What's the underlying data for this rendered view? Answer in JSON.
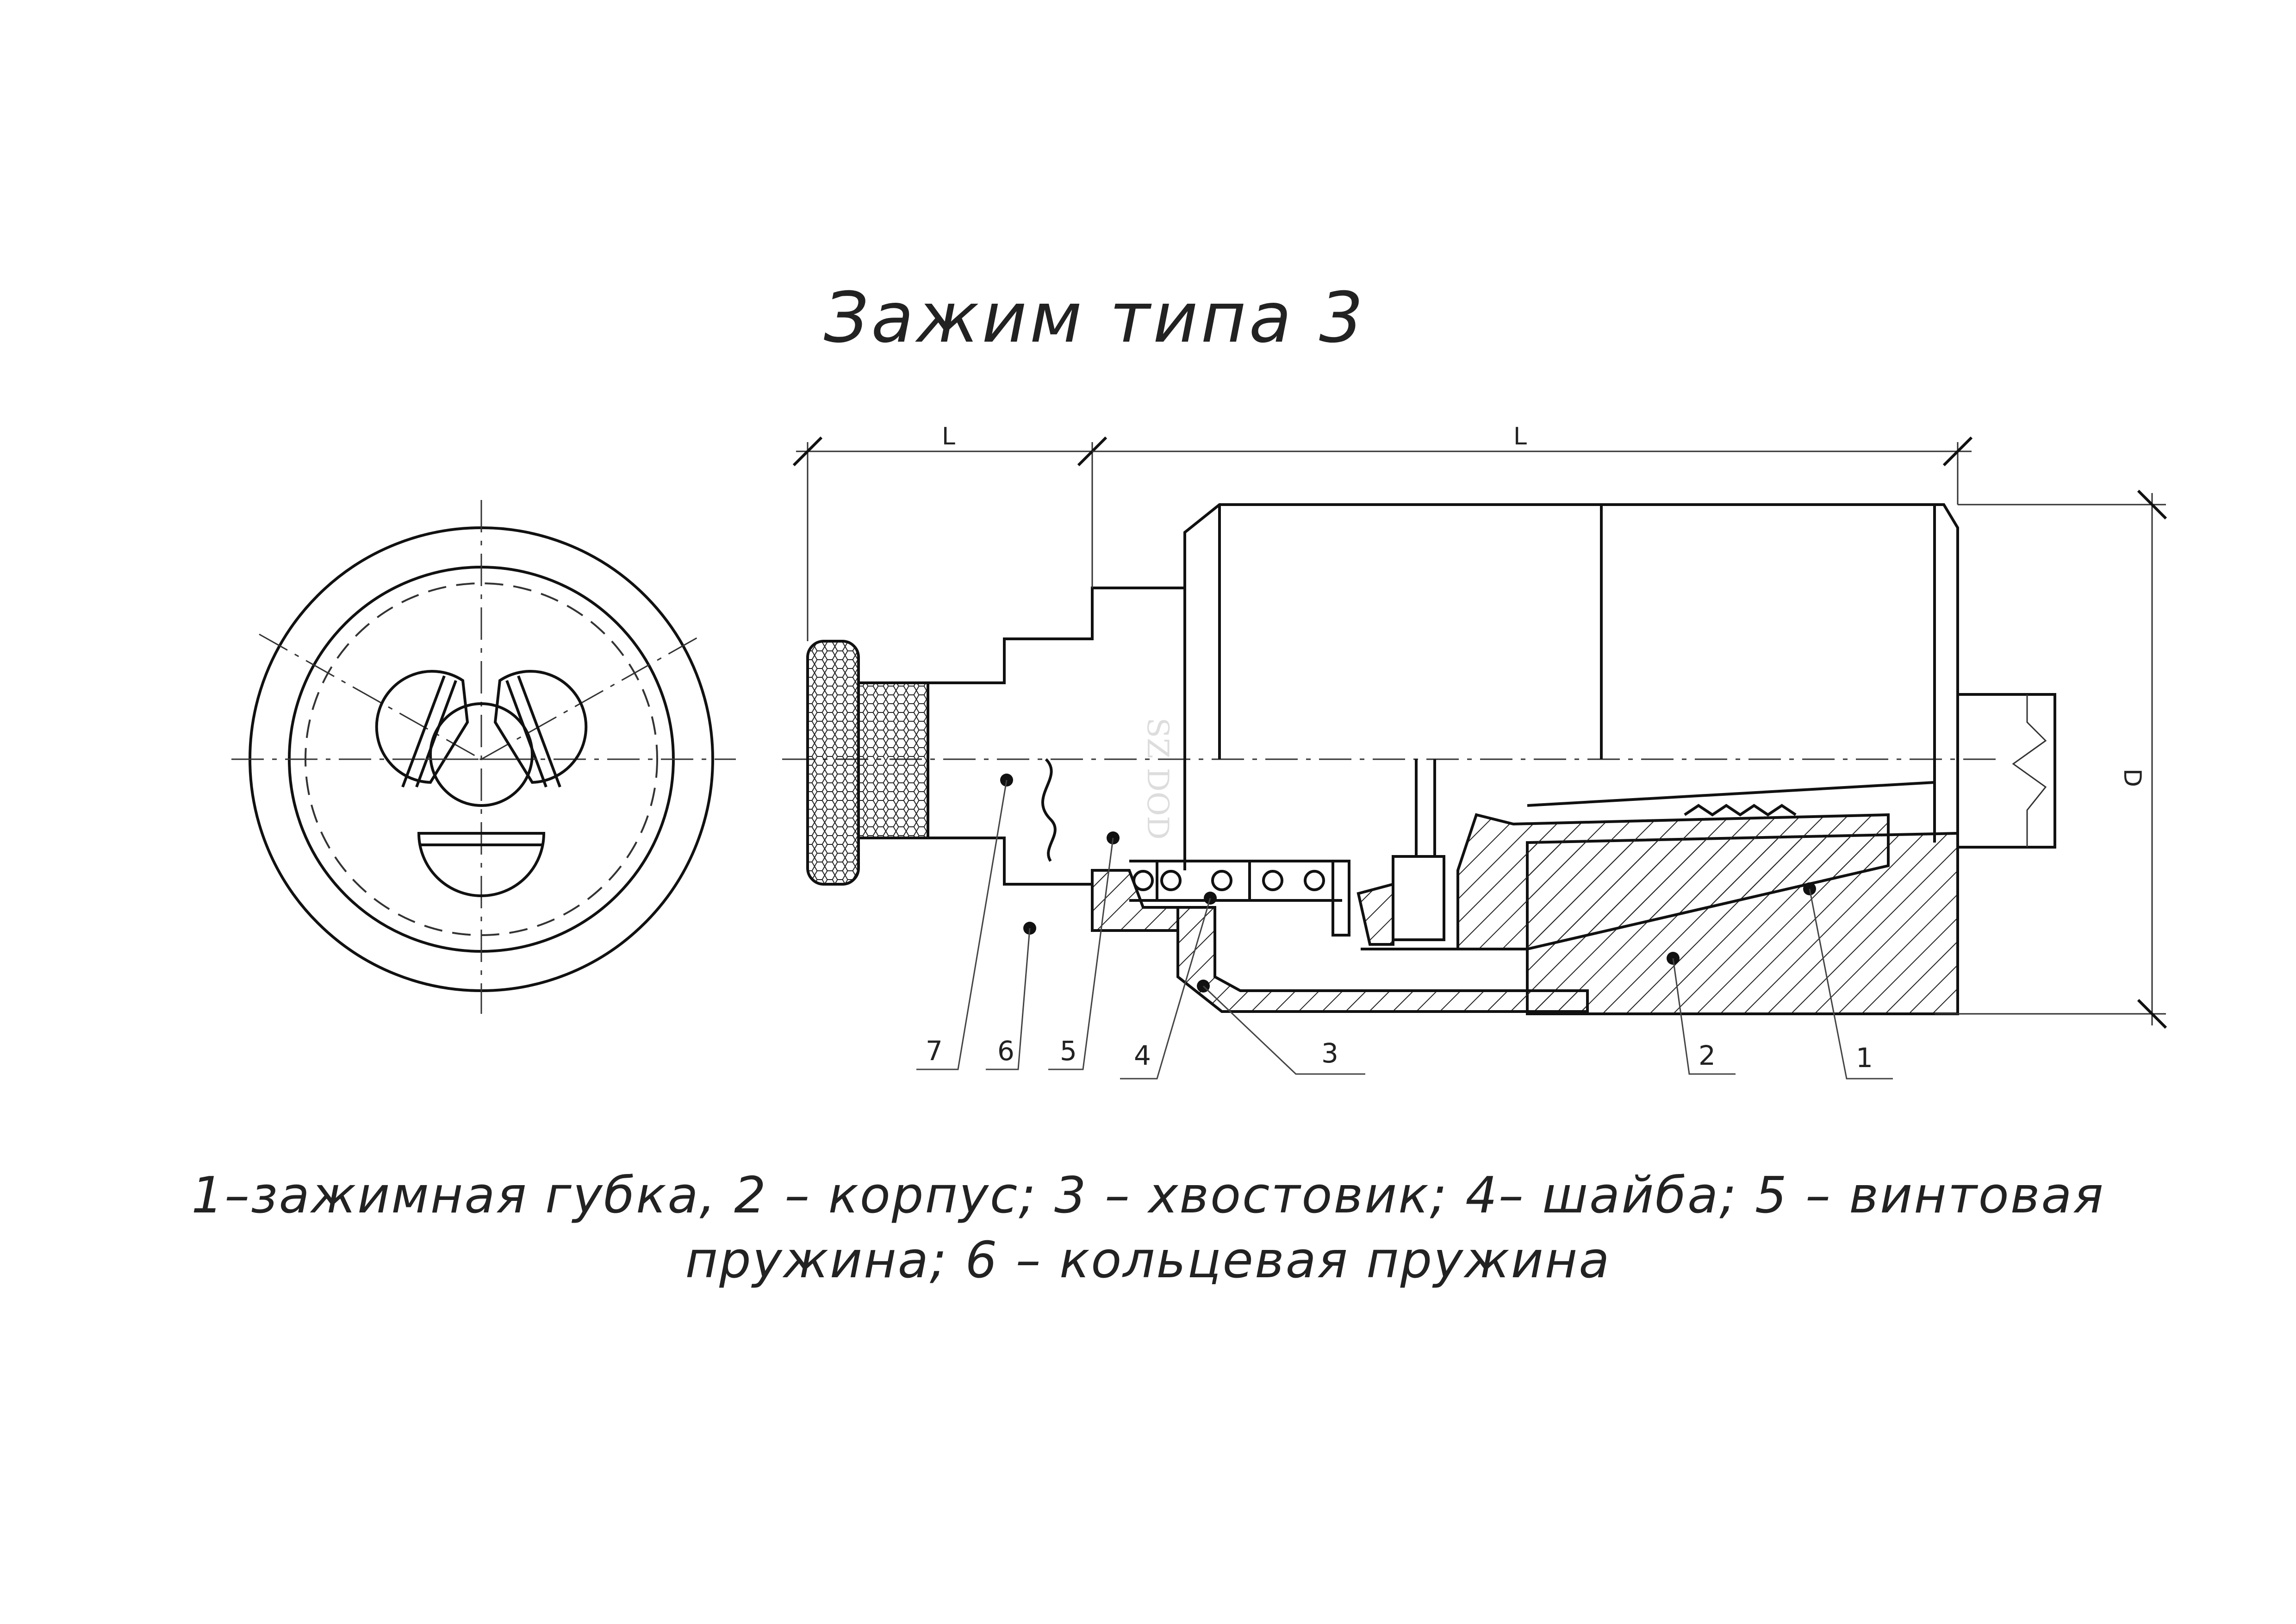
{
  "title": "Зажим типа 3",
  "caption": {
    "line1": "1–зажимная губка, 2 – корпус; 3 – хвостовик; 4– шайба; 5 – винтовая",
    "line2": "пружина; 6 – кольцевая пружина"
  },
  "dimensions": {
    "left_length": "L",
    "right_length": "L",
    "diameter": "D"
  },
  "parts": [
    {
      "number": "7"
    },
    {
      "number": "6"
    },
    {
      "number": "5"
    },
    {
      "number": "4"
    },
    {
      "number": "3"
    },
    {
      "number": "2"
    },
    {
      "number": "1"
    }
  ],
  "watermark": "SZ DOD"
}
